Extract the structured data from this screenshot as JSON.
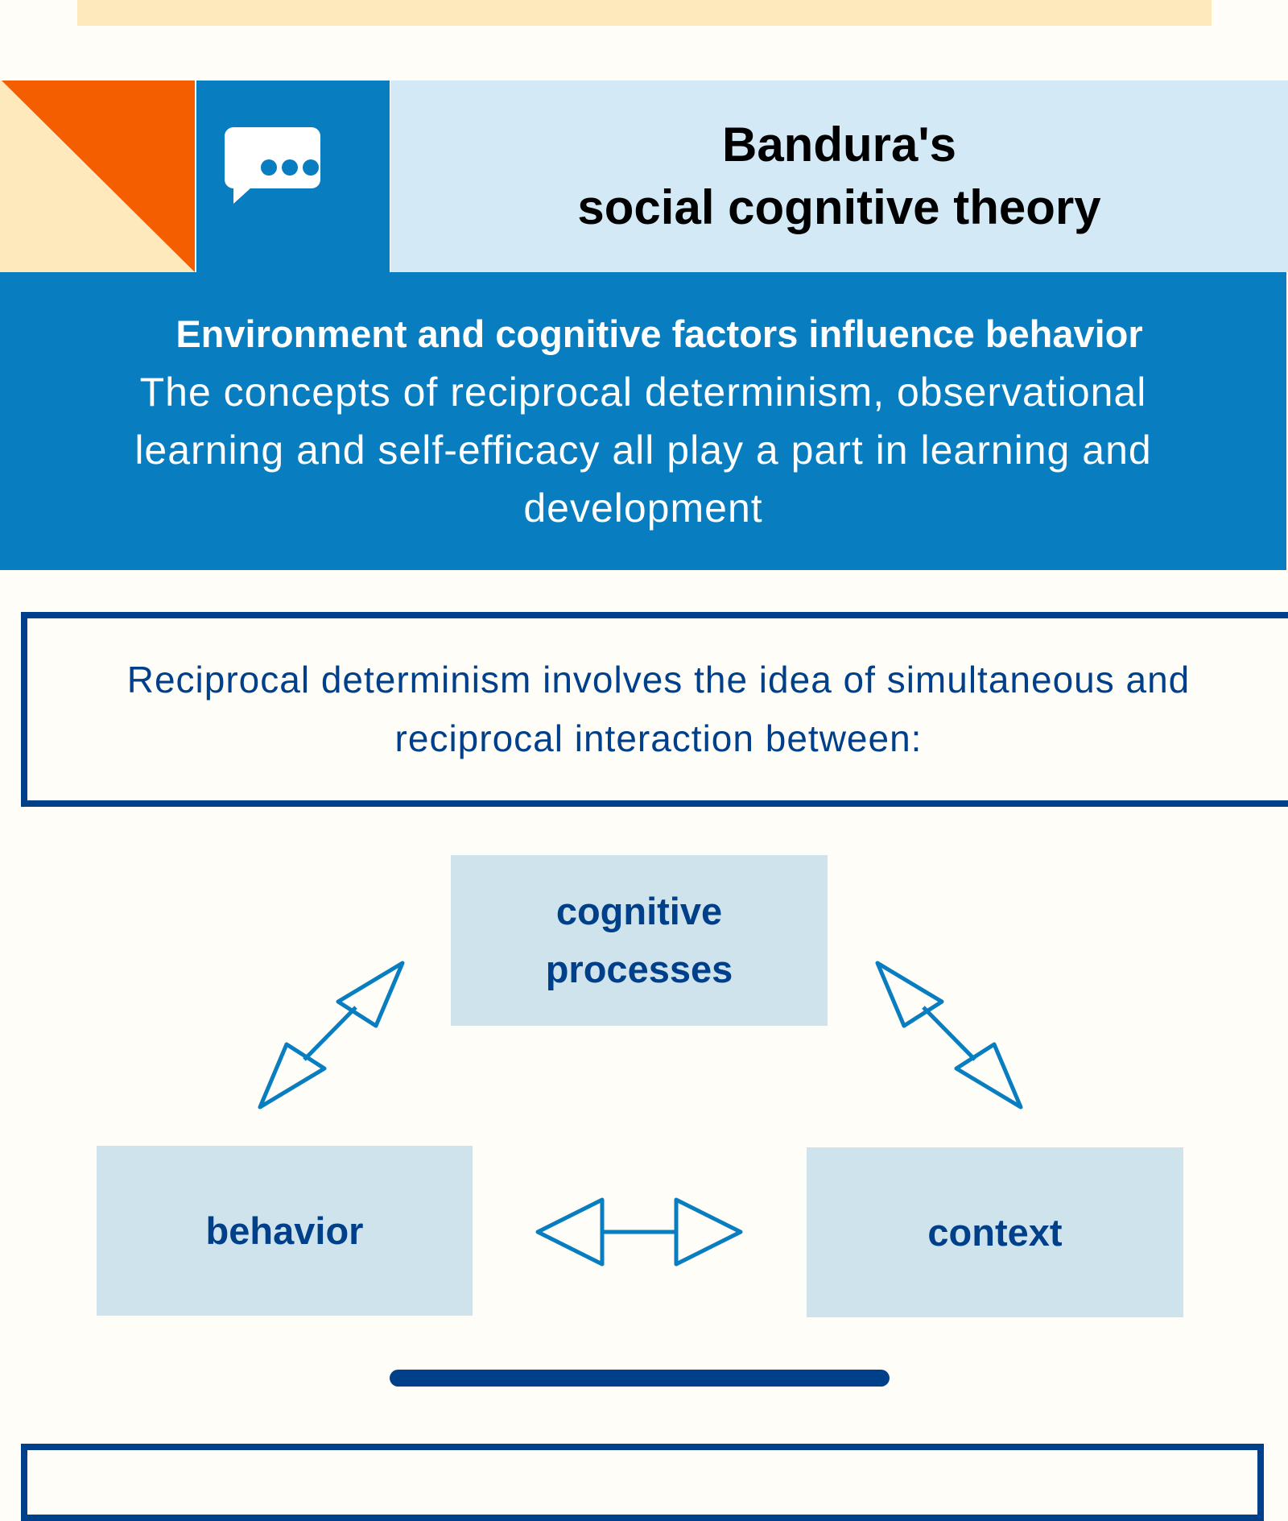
{
  "header": {
    "title_line1": "Bandura's",
    "title_line2": "social cognitive theory",
    "icon": "speech-bubble-icon"
  },
  "intro": {
    "subtitle": "Environment and cognitive factors influence behavior",
    "body": "The concepts of reciprocal determinism, observational learning and self-efficacy all play a part in learning and development"
  },
  "reciprocal": {
    "text": "Reciprocal determinism involves the idea of simultaneous and reciprocal interaction between:"
  },
  "diagram": {
    "nodes": [
      "cognitive processes",
      "behavior",
      "context"
    ]
  },
  "colors": {
    "orange": "#f55e00",
    "cream": "#fde9bb",
    "blue": "#087dc0",
    "light_blue": "#d3e9f5",
    "navy": "#003f8a",
    "node_bg": "#cfe3ec"
  }
}
